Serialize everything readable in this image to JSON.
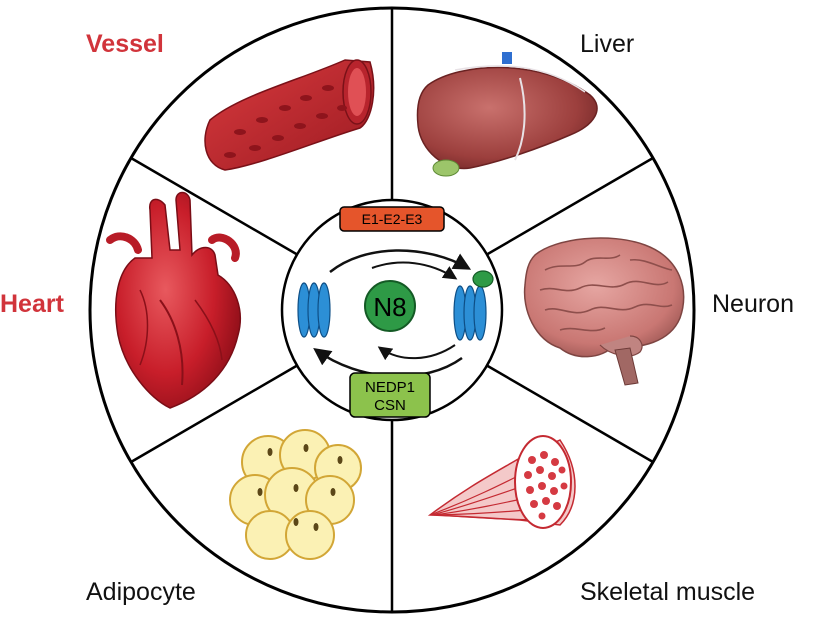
{
  "labels": {
    "vessel": "Vessel",
    "liver": "Liver",
    "heart": "Heart",
    "neuron": "Neuron",
    "adipocyte": "Adipocyte",
    "skeletal_muscle": "Skeletal muscle"
  },
  "center": {
    "top_box": "E1-E2-E3",
    "molecule": "N8",
    "bottom_box_line1": "NEDP1",
    "bottom_box_line2": "CSN"
  },
  "colors": {
    "highlight_label": "#d1343b",
    "normal_label": "#111111",
    "top_box": "#e5552b",
    "bottom_box": "#8cc24c",
    "nedd8": "#2e9a46",
    "cullin": "#2c8fd6",
    "ring_outline": "#000000"
  },
  "icons": [
    "vessel-icon",
    "liver-icon",
    "heart-icon",
    "brain-icon",
    "adipocyte-cluster-icon",
    "muscle-fiber-icon"
  ]
}
